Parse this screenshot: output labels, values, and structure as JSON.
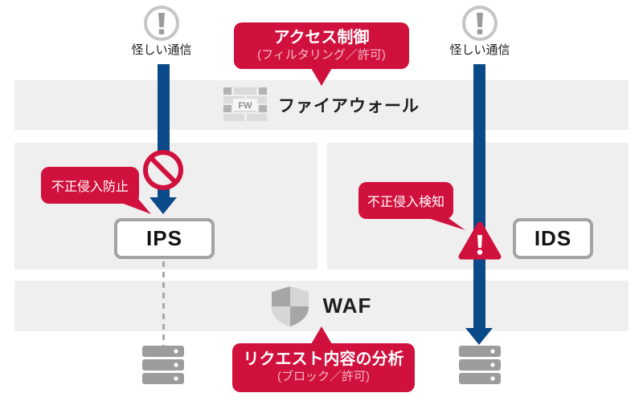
{
  "palette": {
    "accent_red": "#d1113d",
    "arrow_blue": "#0b4a88",
    "panel_gray": "#efefef",
    "box_border_gray": "#a3a3a3",
    "subtitle_pink": "#f2b9c6",
    "icon_gray": "#9c9c9c"
  },
  "sources": {
    "left_label": "怪しい通信",
    "right_label": "怪しい通信",
    "icon": "alert-circle-icon"
  },
  "callouts": {
    "access_control": {
      "title": "アクセス制御",
      "subtitle": "(フィルタリング／許可)"
    },
    "intrusion_prevention": {
      "label": "不正侵入防止"
    },
    "intrusion_detection": {
      "label": "不正侵入検知"
    },
    "request_analysis": {
      "title": "リクエスト内容の分析",
      "subtitle": "(ブロック／許可)"
    }
  },
  "layers": {
    "firewall": {
      "label": "ファイアウォール",
      "icon": "firewall-brick-icon",
      "icon_text": "FW"
    },
    "ips": {
      "label": "IPS"
    },
    "ids": {
      "label": "IDS"
    },
    "waf": {
      "label": "WAF",
      "icon": "shield-icon"
    }
  },
  "icons": {
    "prohibition": "no-entry-icon",
    "warning": "warning-triangle-icon",
    "server": "server-stack-icon"
  }
}
